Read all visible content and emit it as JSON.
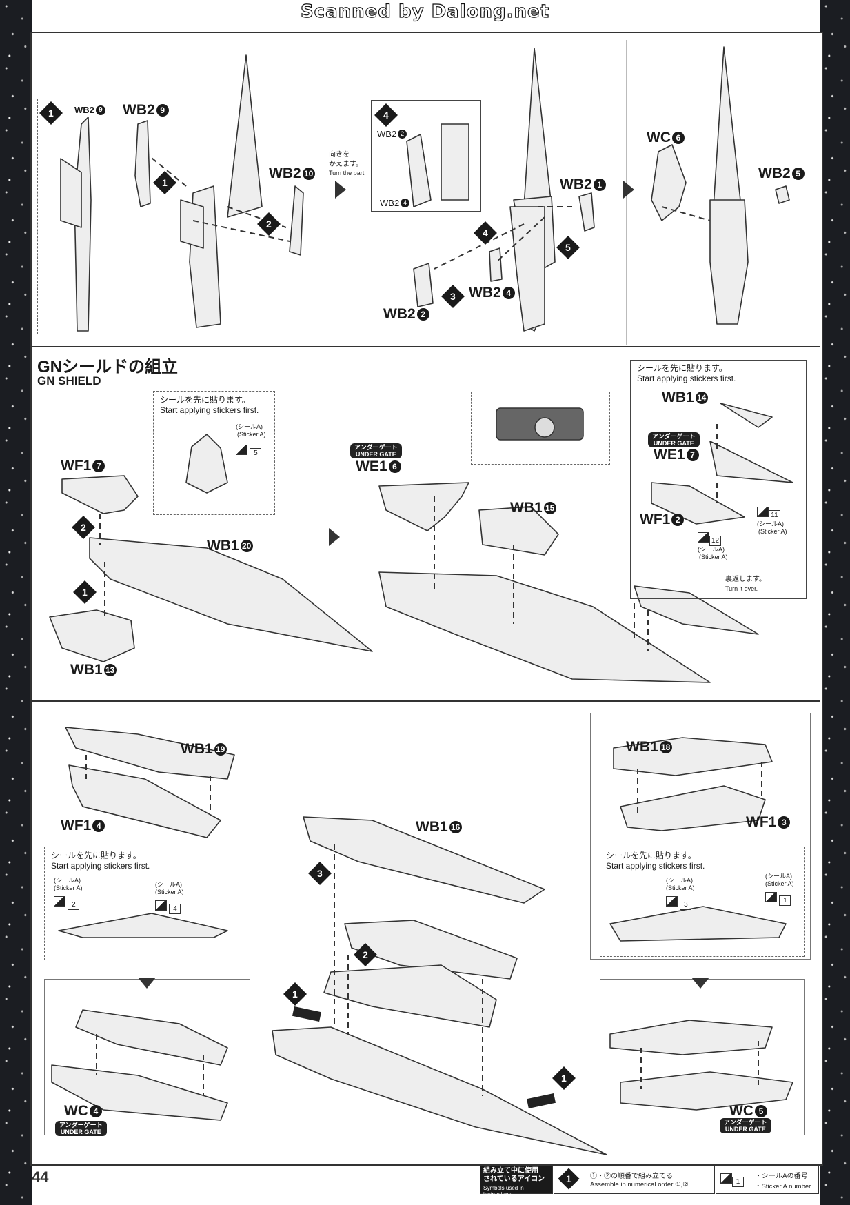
{
  "header": {
    "scanned": "Scanned by Dalong.net"
  },
  "page_number": "44",
  "top": {
    "step1_part": "WB2",
    "step1_part_num": "9",
    "wb2_9": {
      "name": "WB2",
      "num": "9"
    },
    "wb2_10": {
      "name": "WB2",
      "num": "10"
    },
    "turn_jp": "向きを\nかえます。",
    "turn_en": "Turn the part.",
    "step4_wb2_2": {
      "name": "WB2",
      "num": "2"
    },
    "step4_wb2_4": {
      "name": "WB2",
      "num": "4"
    },
    "wb2_1": {
      "name": "WB2",
      "num": "1"
    },
    "wb2_4": {
      "name": "WB2",
      "num": "4"
    },
    "wb2_2": {
      "name": "WB2",
      "num": "2"
    },
    "wc_6": {
      "name": "WC",
      "num": "6"
    },
    "wb2_5": {
      "name": "WB2",
      "num": "5"
    }
  },
  "shield": {
    "title_jp": "GNシールドの組立",
    "title_en": "GN SHIELD",
    "note_jp": "シールを先に貼ります。",
    "note_en": "Start applying stickers first.",
    "sticker_jp": "(シールA)",
    "sticker_en": "(Sticker A)",
    "sticker5": "5",
    "wf1_7": {
      "name": "WF1",
      "num": "7"
    },
    "wb1_20": {
      "name": "WB1",
      "num": "20"
    },
    "wb1_13": {
      "name": "WB1",
      "num": "13"
    },
    "gate_jp": "アンダーゲート",
    "gate_en": "UNDER GATE",
    "we1_6": {
      "name": "WE1",
      "num": "6"
    },
    "wb1_15": {
      "name": "WB1",
      "num": "15"
    },
    "wb1_14": {
      "name": "WB1",
      "num": "14"
    },
    "we1_7": {
      "name": "WE1",
      "num": "7"
    },
    "wf1_2": {
      "name": "WF1",
      "num": "2"
    },
    "sticker11": "11",
    "sticker12": "12",
    "turn_over_jp": "裏返します。",
    "turn_over_en": "Turn it over."
  },
  "bottom": {
    "wb1_19": {
      "name": "WB1",
      "num": "19"
    },
    "wf1_4": {
      "name": "WF1",
      "num": "4"
    },
    "wb1_16": {
      "name": "WB1",
      "num": "16"
    },
    "wb1_18": {
      "name": "WB1",
      "num": "18"
    },
    "wf1_3": {
      "name": "WF1",
      "num": "3"
    },
    "wc_4": {
      "name": "WC",
      "num": "4"
    },
    "wc_5": {
      "name": "WC",
      "num": "5"
    },
    "sticker2": "2",
    "sticker4": "4",
    "sticker3": "3",
    "sticker1": "1"
  },
  "footer": {
    "icons_jp": "組み立て中に使用\nされているアイコン",
    "icons_en": "Symbols used in instructions",
    "order_jp": "の順番で組み立てる",
    "order_en": "Assemble in numerical order",
    "sticker_num_jp": "シールAの番号",
    "sticker_num_en": "Sticker A number"
  }
}
